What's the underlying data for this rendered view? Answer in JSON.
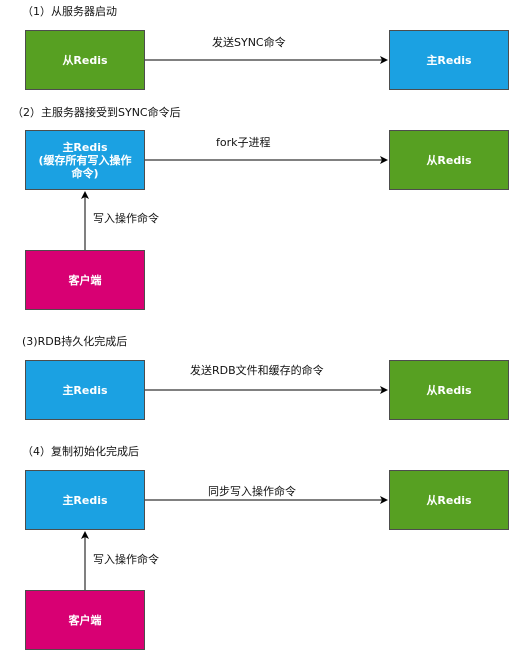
{
  "sections": [
    {
      "title": "（1）从服务器启动",
      "left": "从Redis",
      "right": "主Redis",
      "edge": "发送SYNC命令"
    },
    {
      "title": "（2）主服务器接受到SYNC命令后",
      "left": "主Redis\n(缓存所有写入操作\n命令)",
      "right": "从Redis",
      "edge": "fork子进程",
      "client": "客户端",
      "client_edge": "写入操作命令"
    },
    {
      "title": "(3)RDB持久化完成后",
      "left": "主Redis",
      "right": "从Redis",
      "edge": "发送RDB文件和缓存的命令"
    },
    {
      "title": "（4）复制初始化完成后",
      "left": "主Redis",
      "right": "从Redis",
      "edge": "同步写入操作命令",
      "client": "客户端",
      "client_edge": "写入操作命令"
    }
  ],
  "colors": {
    "slave_green": "#57a022",
    "master_blue": "#1ba1e2",
    "client_pink": "#d80073",
    "arrow": "#000000"
  }
}
